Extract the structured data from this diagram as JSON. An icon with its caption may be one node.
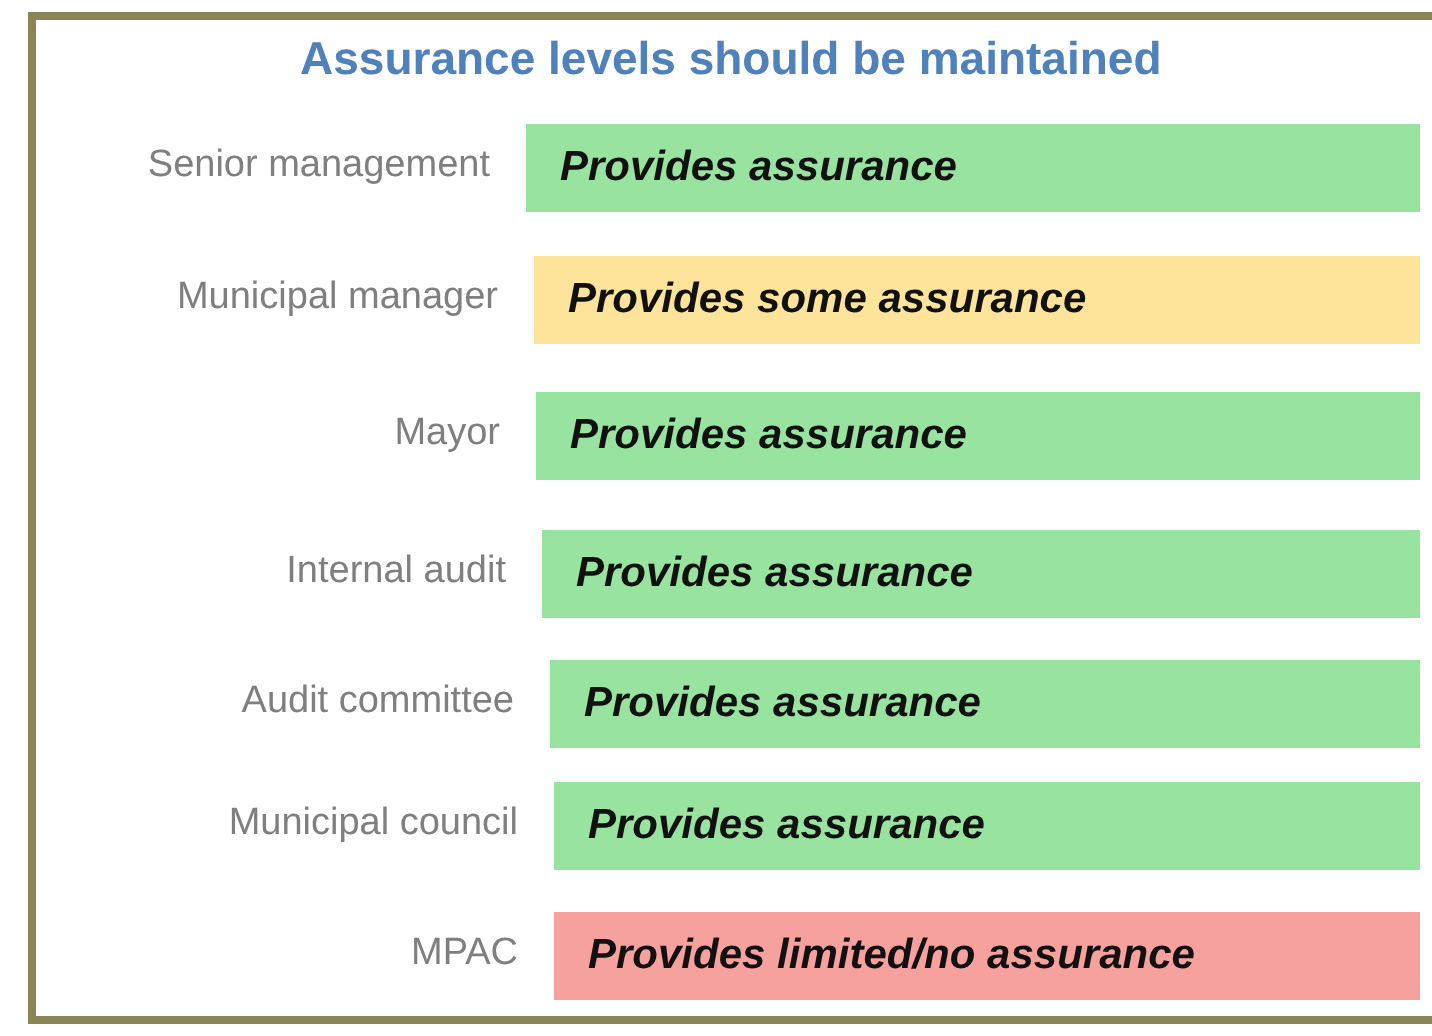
{
  "diagram": {
    "title": "Assurance levels should be maintained",
    "nodes": [
      {
        "text": [
          "Provides assurance"
        ],
        "beside": [
          "Senior management"
        ]
      },
      {
        "text": [
          "Provides some assurance"
        ],
        "beside": [
          "Municipal manager"
        ]
      },
      {
        "text": [
          "Provides assurance"
        ],
        "beside": [
          "Mayor"
        ]
      },
      {
        "text": [
          "Provides assurance"
        ],
        "beside": [
          "Internal audit"
        ]
      },
      {
        "text": [
          "Provides assurance"
        ],
        "beside": [
          "Audit committee"
        ]
      },
      {
        "text": [
          "Provides assurance"
        ],
        "beside": [
          "Municipal council"
        ]
      },
      {
        "text": [
          "Provides limited/no assurance"
        ],
        "beside": [
          "MPAC"
        ]
      }
    ]
  }
}
